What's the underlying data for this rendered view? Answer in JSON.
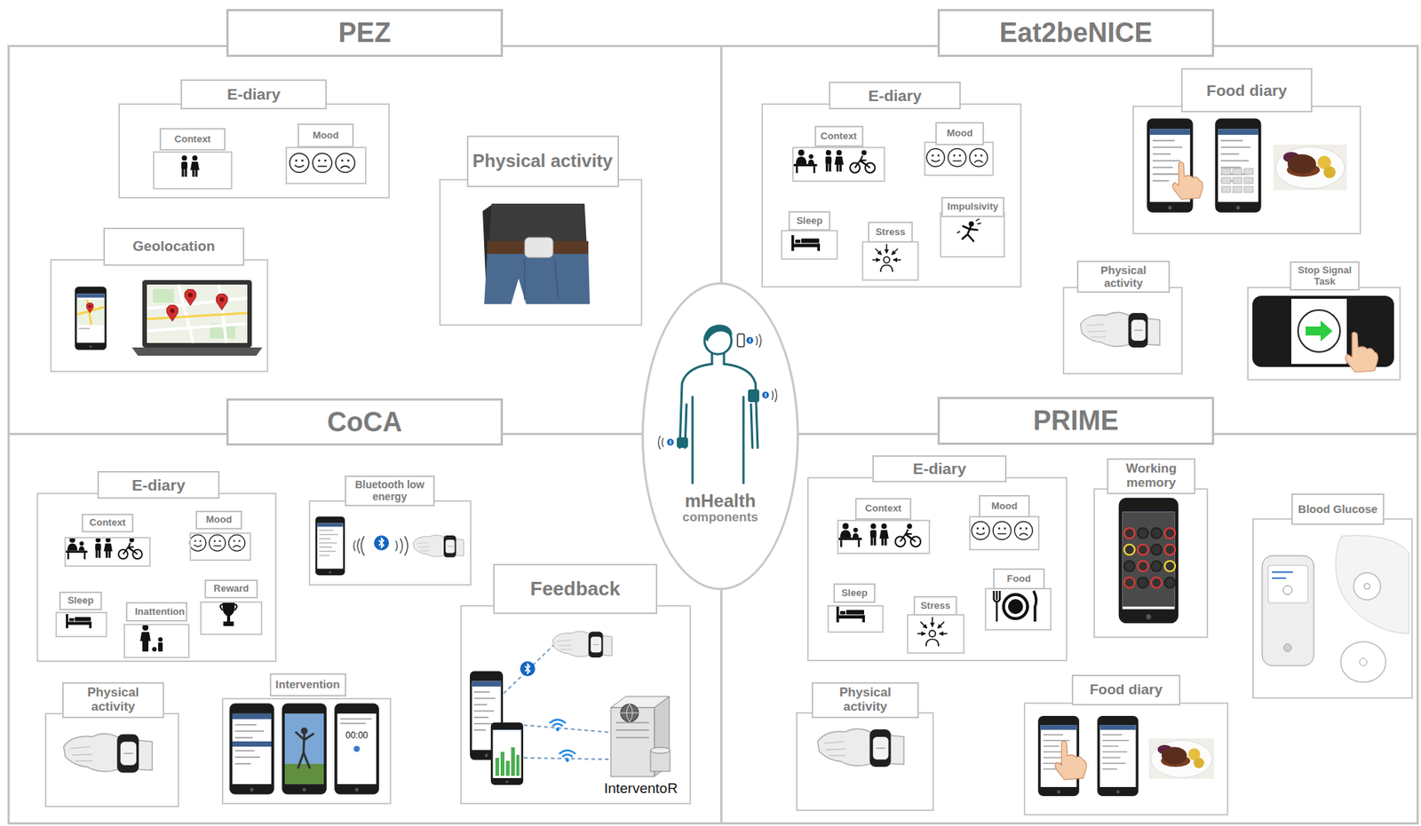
{
  "diagram": {
    "nodes": [
      {
        "text": [
          "PEZ"
        ]
      },
      {
        "text": [
          "E-diary"
        ],
        "in": 0
      },
      {
        "text": [
          "Context"
        ],
        "in": 1
      },
      {
        "text": [
          "Mood"
        ],
        "in": 1
      },
      {
        "text": [
          "Geolocation"
        ],
        "in": 0
      },
      {
        "text": [
          "Physical activity"
        ],
        "in": 0
      },
      {
        "text": [
          "Eat2beNICE"
        ]
      },
      {
        "text": [
          "E-diary"
        ],
        "in": 6
      },
      {
        "text": [
          "Context"
        ],
        "in": 7
      },
      {
        "text": [
          "Mood"
        ],
        "in": 7
      },
      {
        "text": [
          "Sleep"
        ],
        "in": 7
      },
      {
        "text": [
          "Stress"
        ],
        "in": 7
      },
      {
        "text": [
          "Impulsivity"
        ],
        "in": 7
      },
      {
        "text": [
          "Food diary"
        ],
        "in": 6
      },
      {
        "text": [
          "Physical activity"
        ],
        "in": 6
      },
      {
        "text": [
          "Stop Signal Task"
        ],
        "in": 6
      },
      {
        "text": [
          "CoCA"
        ]
      },
      {
        "text": [
          "E-diary"
        ],
        "in": 16
      },
      {
        "text": [
          "Context"
        ],
        "in": 17
      },
      {
        "text": [
          "Mood"
        ],
        "in": 17
      },
      {
        "text": [
          "Sleep"
        ],
        "in": 17
      },
      {
        "text": [
          "Inattention"
        ],
        "in": 17
      },
      {
        "text": [
          "Reward"
        ],
        "in": 17
      },
      {
        "text": [
          "Bluetooth low energy"
        ],
        "in": 16
      },
      {
        "text": [
          "Physical activity"
        ],
        "in": 16
      },
      {
        "text": [
          "Intervention"
        ],
        "in": 16
      },
      {
        "text": [
          "Feedback"
        ],
        "in": 16
      },
      {
        "text": [
          "PRIME"
        ]
      },
      {
        "text": [
          "E-diary"
        ],
        "in": 27
      },
      {
        "text": [
          "Context"
        ],
        "in": 28
      },
      {
        "text": [
          "Mood"
        ],
        "in": 28
      },
      {
        "text": [
          "Sleep"
        ],
        "in": 28
      },
      {
        "text": [
          "Stress"
        ],
        "in": 28
      },
      {
        "text": [
          "Food"
        ],
        "in": 28
      },
      {
        "text": [
          "Working memory"
        ],
        "in": 27
      },
      {
        "text": [
          "Blood Glucose"
        ],
        "in": 27
      },
      {
        "text": [
          "Physical activity"
        ],
        "in": 27
      },
      {
        "text": [
          "Food diary"
        ],
        "in": 27
      },
      {
        "text": [
          "mHealth",
          "components"
        ]
      }
    ],
    "labels": [
      "00:00",
      "InterventoR"
    ]
  }
}
